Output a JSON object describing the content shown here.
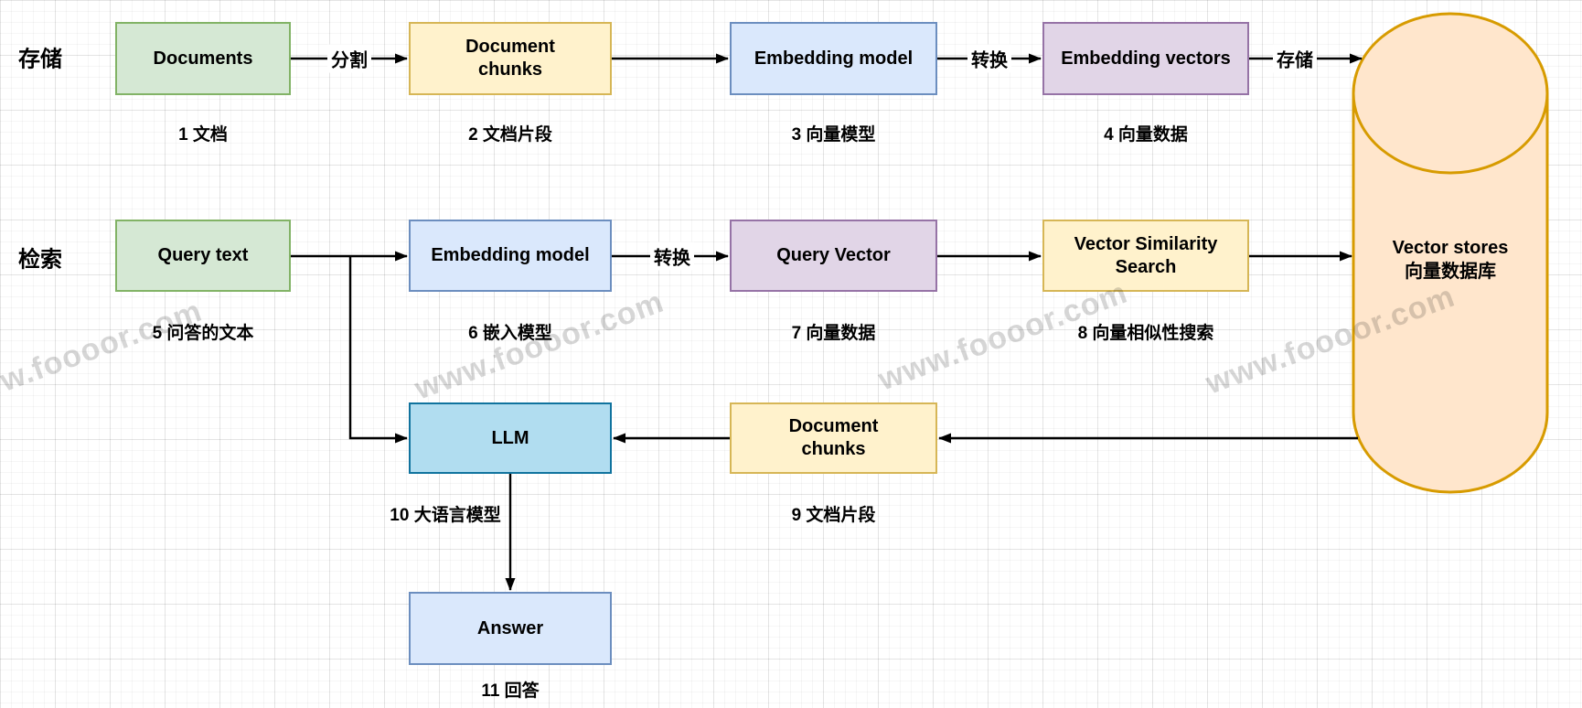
{
  "diagram": {
    "title_hint": "RAG vector-store pipeline diagram",
    "row_labels": {
      "storage": "存储",
      "retrieval": "检索"
    },
    "nodes": {
      "documents": {
        "label": "Documents",
        "caption": "1 文档"
      },
      "doc_chunks_store": {
        "label": "Document chunks",
        "caption": "2 文档片段"
      },
      "embedding_model_store": {
        "label": "Embedding model",
        "caption": "3 向量模型"
      },
      "embedding_vectors": {
        "label": "Embedding vectors",
        "caption": "4 向量数据"
      },
      "query_text": {
        "label": "Query text",
        "caption": "5 问答的文本"
      },
      "embedding_model_query": {
        "label": "Embedding model",
        "caption": "6 嵌入模型"
      },
      "query_vector": {
        "label": "Query Vector",
        "caption": "7 向量数据"
      },
      "vector_similarity_search": {
        "label": "Vector Similarity Search",
        "caption": "8 向量相似性搜索"
      },
      "doc_chunks_retrieved": {
        "label": "Document chunks",
        "caption": "9 文档片段"
      },
      "llm": {
        "label": "LLM",
        "caption": "10 大语言模型"
      },
      "answer": {
        "label": "Answer",
        "caption": "11 回答"
      },
      "vector_store": {
        "label_line1": "Vector stores",
        "label_line2": "向量数据库"
      }
    },
    "edge_labels": {
      "split": "分割",
      "convert_store": "转换",
      "store": "存储",
      "convert_query": "转换"
    },
    "watermark": "www.foooor.com",
    "colors": {
      "green_fill": "#d5e8d4",
      "green_stroke": "#82b366",
      "yellow_fill": "#fff2cc",
      "yellow_stroke": "#d6b656",
      "blue_fill": "#dae8fc",
      "blue_stroke": "#6c8ebf",
      "purple_fill": "#e1d5e7",
      "purple_stroke": "#9673a6",
      "cyan_fill": "#b1ddf0",
      "cyan_stroke": "#10739e",
      "cylinder_fill": "#ffe6cc",
      "cylinder_stroke": "#d79b00",
      "arrow": "#000000"
    }
  }
}
